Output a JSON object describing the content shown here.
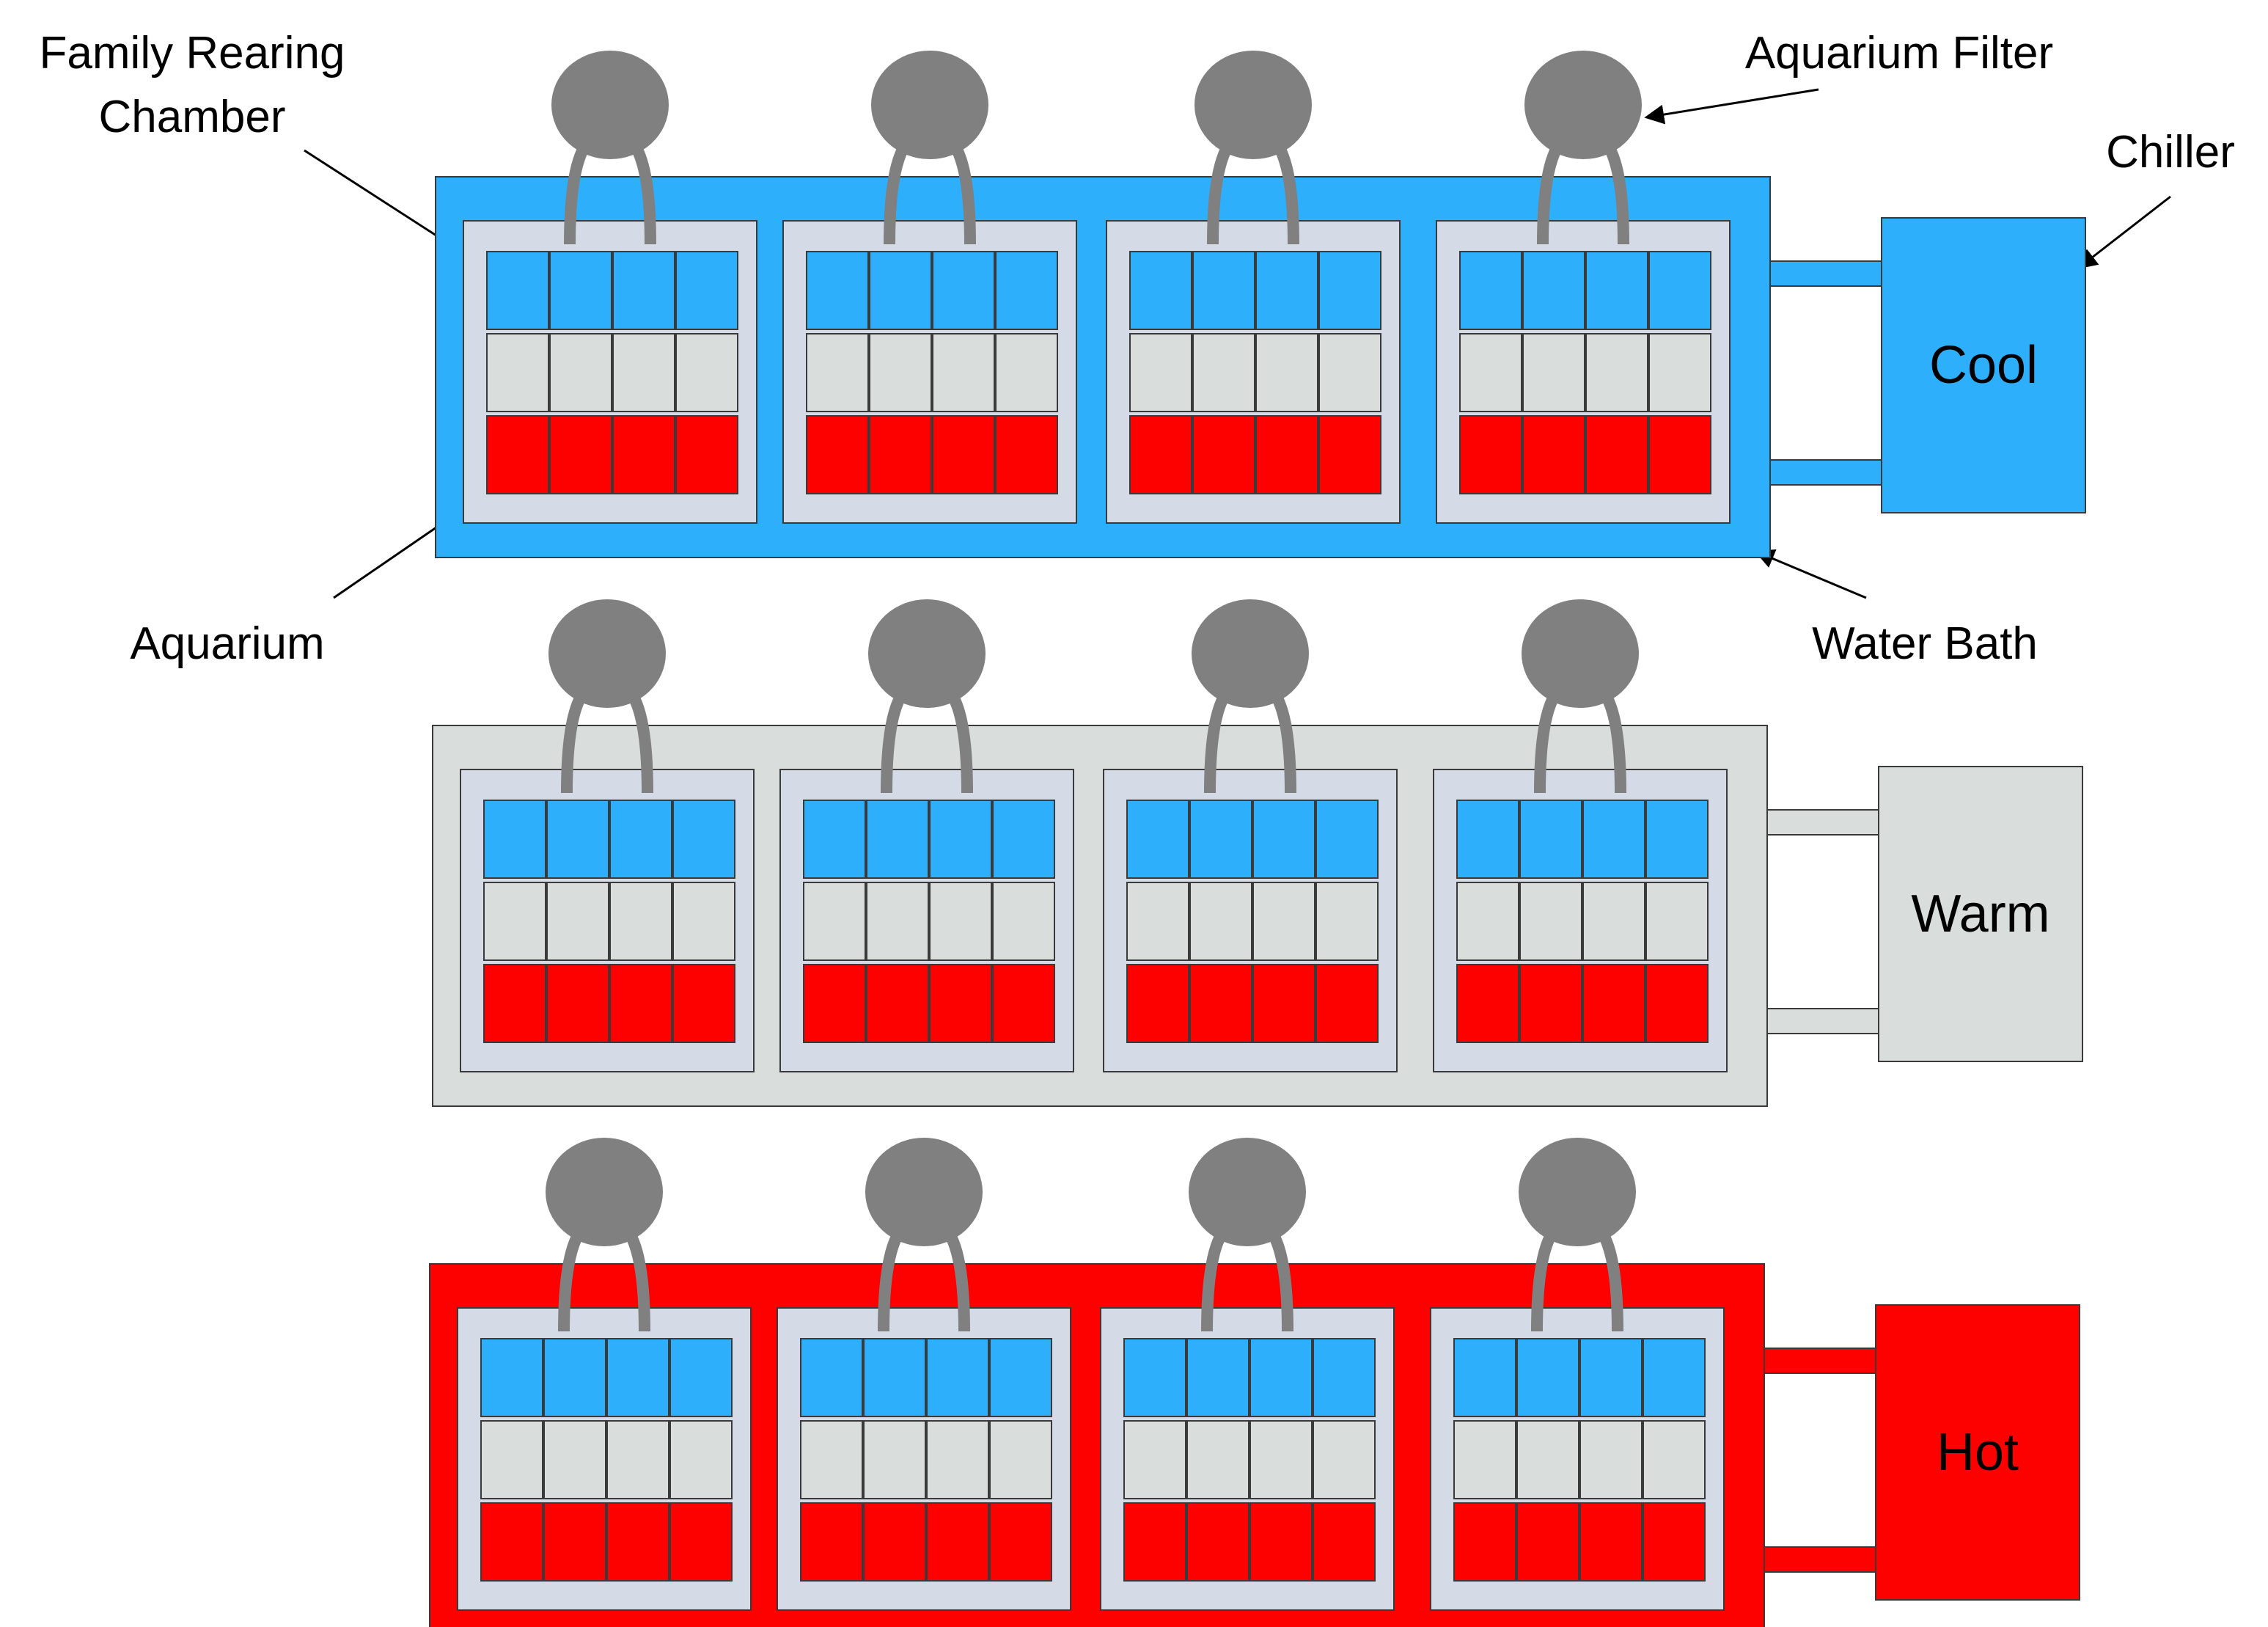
{
  "colors": {
    "cool": "#2eaffc",
    "warm": "#d9dedd",
    "hot": "#fd0000",
    "aquarium": "#d5dbe6",
    "filter": "#808080",
    "outline": "#3a3a3a"
  },
  "annotations": {
    "family_rearing_chamber_line1": "Family Rearing",
    "family_rearing_chamber_line2": "Chamber",
    "aquarium_filter": "Aquarium Filter",
    "chiller": "Chiller",
    "aquarium": "Aquarium",
    "water_bath": "Water Bath"
  },
  "baths": [
    {
      "key": "cool",
      "label": "Cool",
      "color": "cool"
    },
    {
      "key": "warm",
      "label": "Warm",
      "color": "warm"
    },
    {
      "key": "hot",
      "label": "Hot",
      "color": "hot"
    }
  ],
  "aquariums_per_bath": 4,
  "chamber_grid": {
    "rows": [
      "cool",
      "warm",
      "hot"
    ],
    "columns": 4
  }
}
